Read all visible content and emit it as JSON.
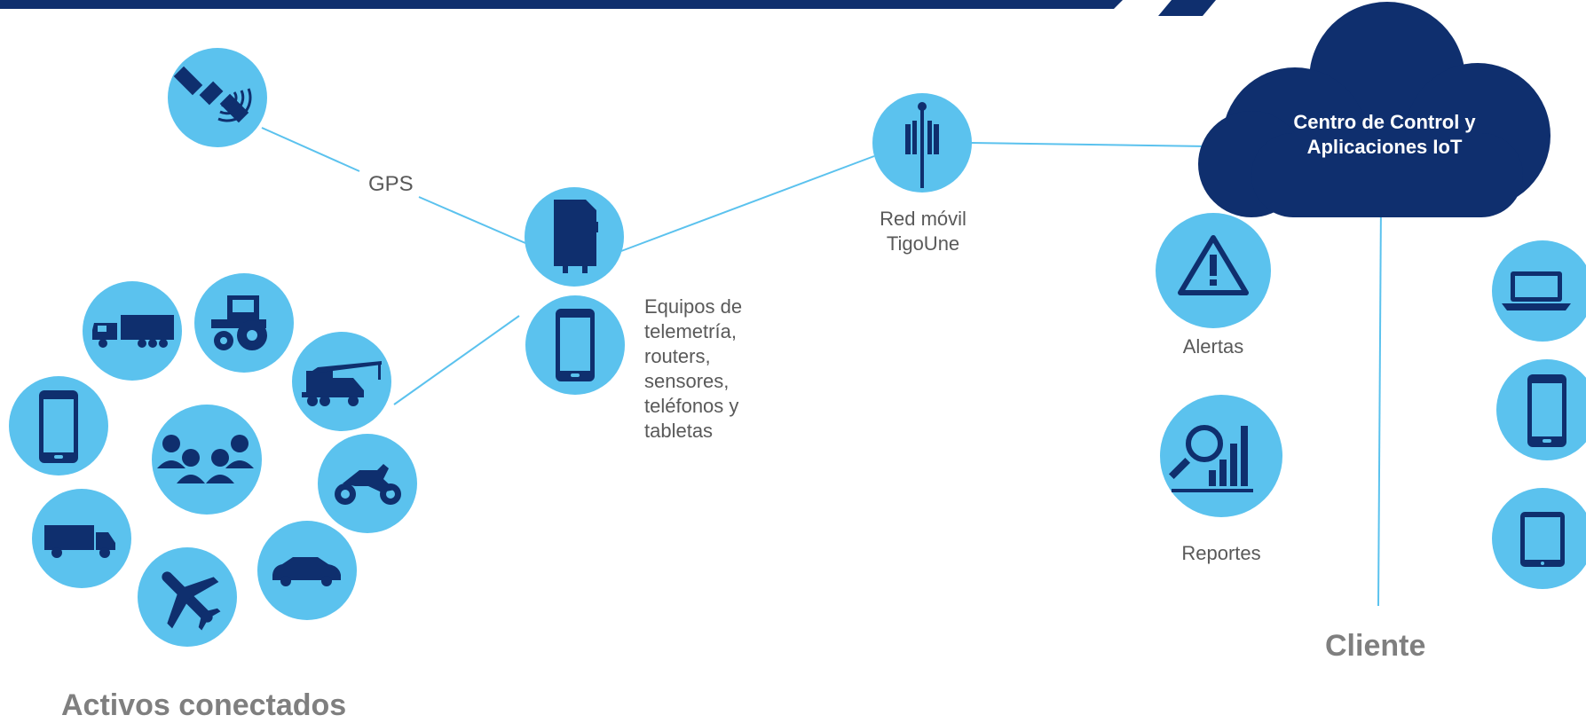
{
  "colors": {
    "circle": "#5bc2ee",
    "navy": "#0f2f6e",
    "line": "#5bc2ee",
    "label": "#595959",
    "heading": "#7f7f7f",
    "cloud_text": "#ffffff"
  },
  "labels": {
    "gps": "GPS",
    "equipment": [
      "Equipos de",
      "telemetría,",
      "routers,",
      "sensores,",
      "teléfonos y",
      "tabletas"
    ],
    "network": [
      "Red móvil",
      "TigoUne"
    ],
    "cloud": [
      "Centro de Control y",
      "Aplicaciones IoT"
    ],
    "alerts": "Alertas",
    "reports": "Reportes",
    "client": "Cliente",
    "assets": "Activos conectados"
  },
  "icons": {
    "satellite": "satellite-icon",
    "sim": "sim-card-icon",
    "phone": "smartphone-icon",
    "tower": "cell-tower-icon",
    "alert": "warning-icon",
    "report": "analytics-icon",
    "laptop": "laptop-icon",
    "tablet": "tablet-icon",
    "cloud": "cloud-icon",
    "assets": [
      "truck-trailer-icon",
      "tractor-icon",
      "crane-truck-icon",
      "smartphone-icon",
      "people-icon",
      "motorcycle-icon",
      "delivery-truck-icon",
      "car-icon",
      "airplane-icon"
    ]
  }
}
